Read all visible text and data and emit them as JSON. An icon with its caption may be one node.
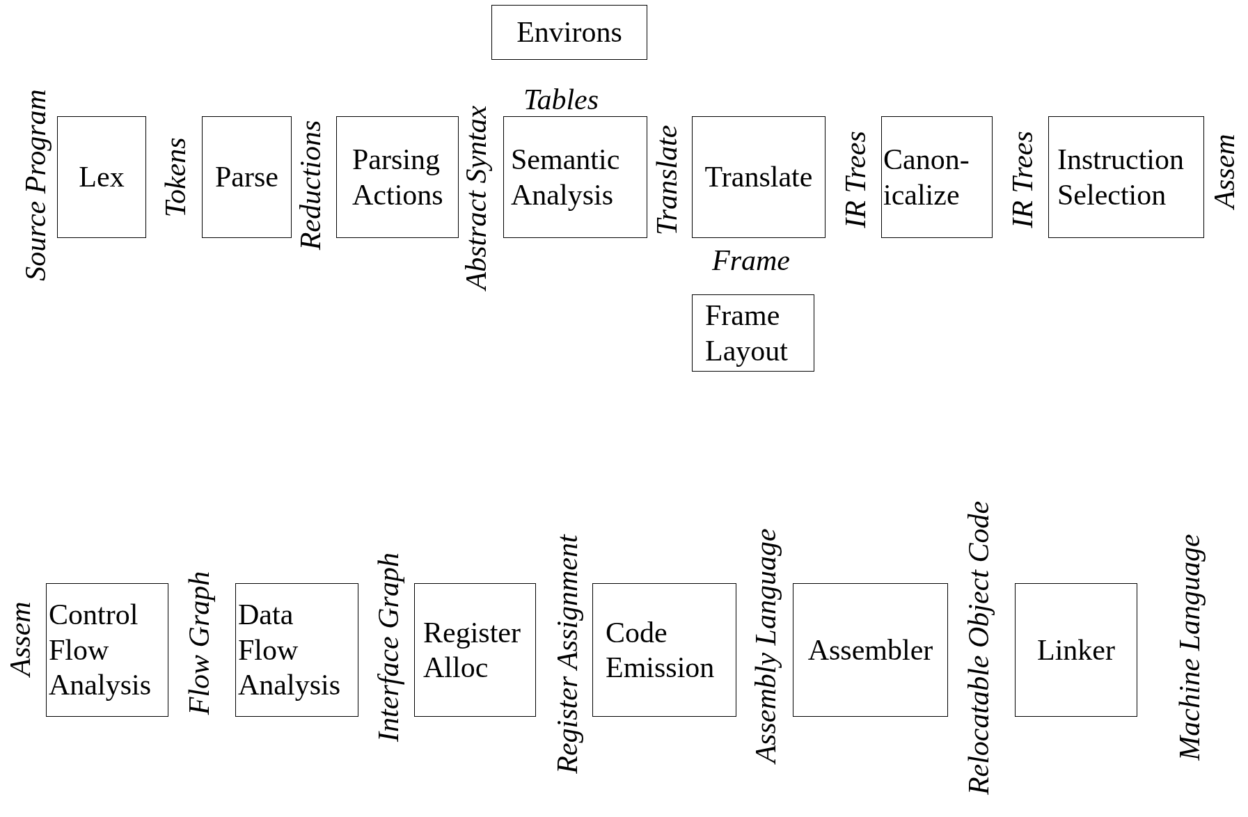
{
  "diagram": {
    "nodes": [
      {
        "text": [
          "Environs"
        ]
      },
      {
        "text": [
          "Lex"
        ]
      },
      {
        "text": [
          "Parse"
        ]
      },
      {
        "text": [
          "Parsing Actions"
        ]
      },
      {
        "text": [
          "Semantic Analysis"
        ]
      },
      {
        "text": [
          "Translate"
        ]
      },
      {
        "text": [
          "Canon- icalize"
        ]
      },
      {
        "text": [
          "Instruction Selection"
        ]
      },
      {
        "text": [
          "Frame Layout"
        ]
      },
      {
        "text": [
          "Control Flow Analysis"
        ]
      },
      {
        "text": [
          "Data Flow Analysis"
        ]
      },
      {
        "text": [
          "Register Alloc"
        ]
      },
      {
        "text": [
          "Code Emission"
        ]
      },
      {
        "text": [
          "Assembler"
        ]
      },
      {
        "text": [
          "Linker"
        ]
      }
    ],
    "labels": [
      "Tables",
      "Source Program",
      "Tokens",
      "Reductions",
      "Abstract Syntax",
      "Translate",
      "IR Trees",
      "IR Trees",
      "Assem",
      "Frame",
      "Assem",
      "Flow Graph",
      "Interface Graph",
      "Register Assignment",
      "Assembly Language",
      "Relocatable Object Code",
      "Machine Language"
    ]
  }
}
